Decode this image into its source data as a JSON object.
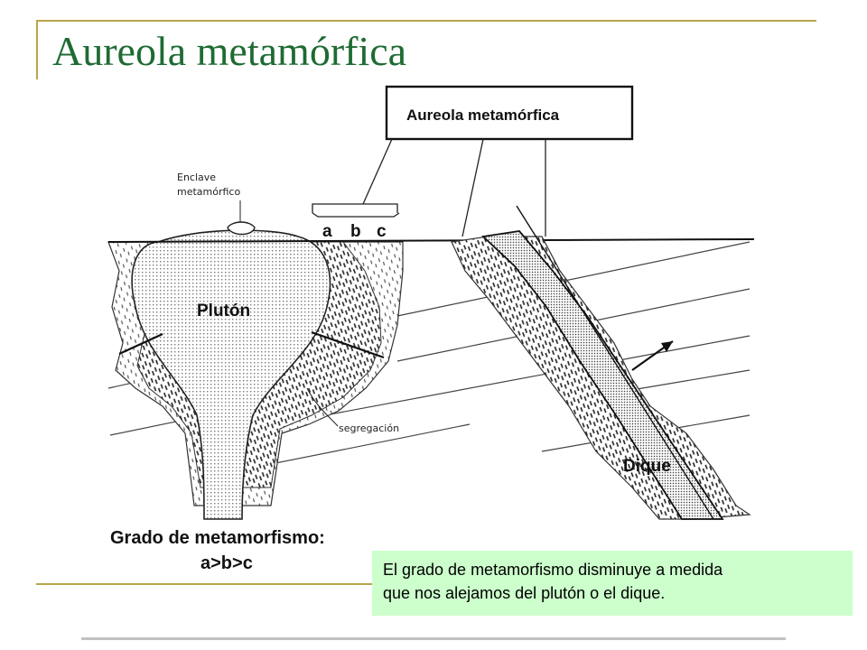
{
  "slide": {
    "title": "Aureola metamórfica"
  },
  "diagram": {
    "callout_label": "Aureola metamórfica",
    "enclave_label_line1": "Enclave",
    "enclave_label_line2": "metamórfico",
    "zone_a": "a",
    "zone_b": "b",
    "zone_c": "c",
    "pluton_label": "Plutón",
    "dique_label": "Dique",
    "segregation_label": "segregación",
    "grade_title": "Grado de metamorfismo:",
    "grade_order": "a>b>c"
  },
  "note": {
    "line1": "El grado de metamorfismo disminuye a medida",
    "line2": "que nos alejamos del plutón o el dique."
  },
  "colors": {
    "title": "#1e6b33",
    "frame": "#b8a64a",
    "note_background": "#ccffcc"
  }
}
